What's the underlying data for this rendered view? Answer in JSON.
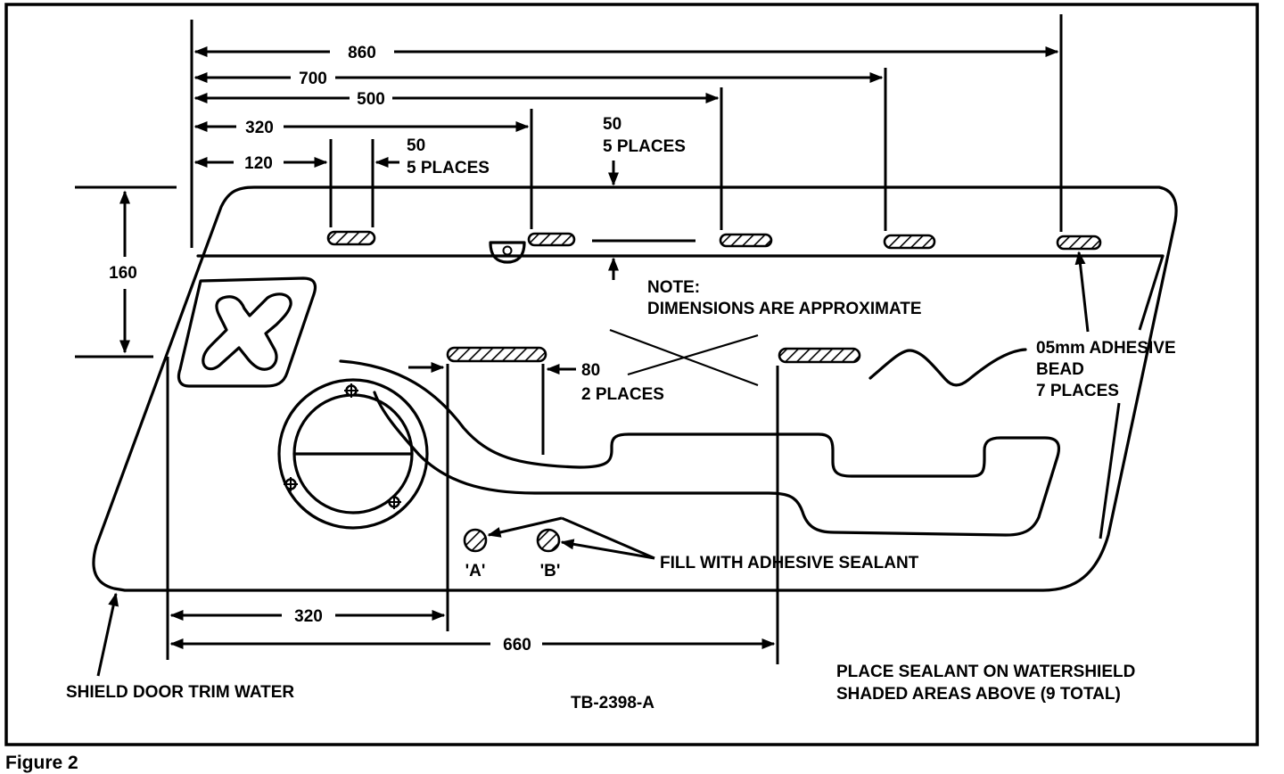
{
  "figure_label": "Figure 2",
  "drawing_number": "TB-2398-A",
  "note": {
    "line1": "NOTE:",
    "line2": "DIMENSIONS ARE APPROXIMATE"
  },
  "dimensions": {
    "top_860": "860",
    "top_700": "700",
    "top_500": "500",
    "top_320": "320",
    "top_120": "120",
    "gap_50_a_value": "50",
    "gap_50_a_places": "5 PLACES",
    "gap_50_b_value": "50",
    "gap_50_b_places": "5 PLACES",
    "height_160": "160",
    "gap_80_value": "80",
    "gap_80_places": "2 PLACES",
    "bottom_320": "320",
    "bottom_660": "660"
  },
  "callouts": {
    "bead_line1": "05mm ADHESIVE",
    "bead_line2": "BEAD",
    "bead_line3": "7 PLACES",
    "fill_sealant": "FILL WITH ADHESIVE SEALANT",
    "hole_a": "'A'",
    "hole_b": "'B'",
    "part_name": "SHIELD DOOR TRIM WATER",
    "instruction_line1": "PLACE SEALANT ON WATERSHIELD",
    "instruction_line2": "SHADED AREAS ABOVE (9 TOTAL)"
  }
}
